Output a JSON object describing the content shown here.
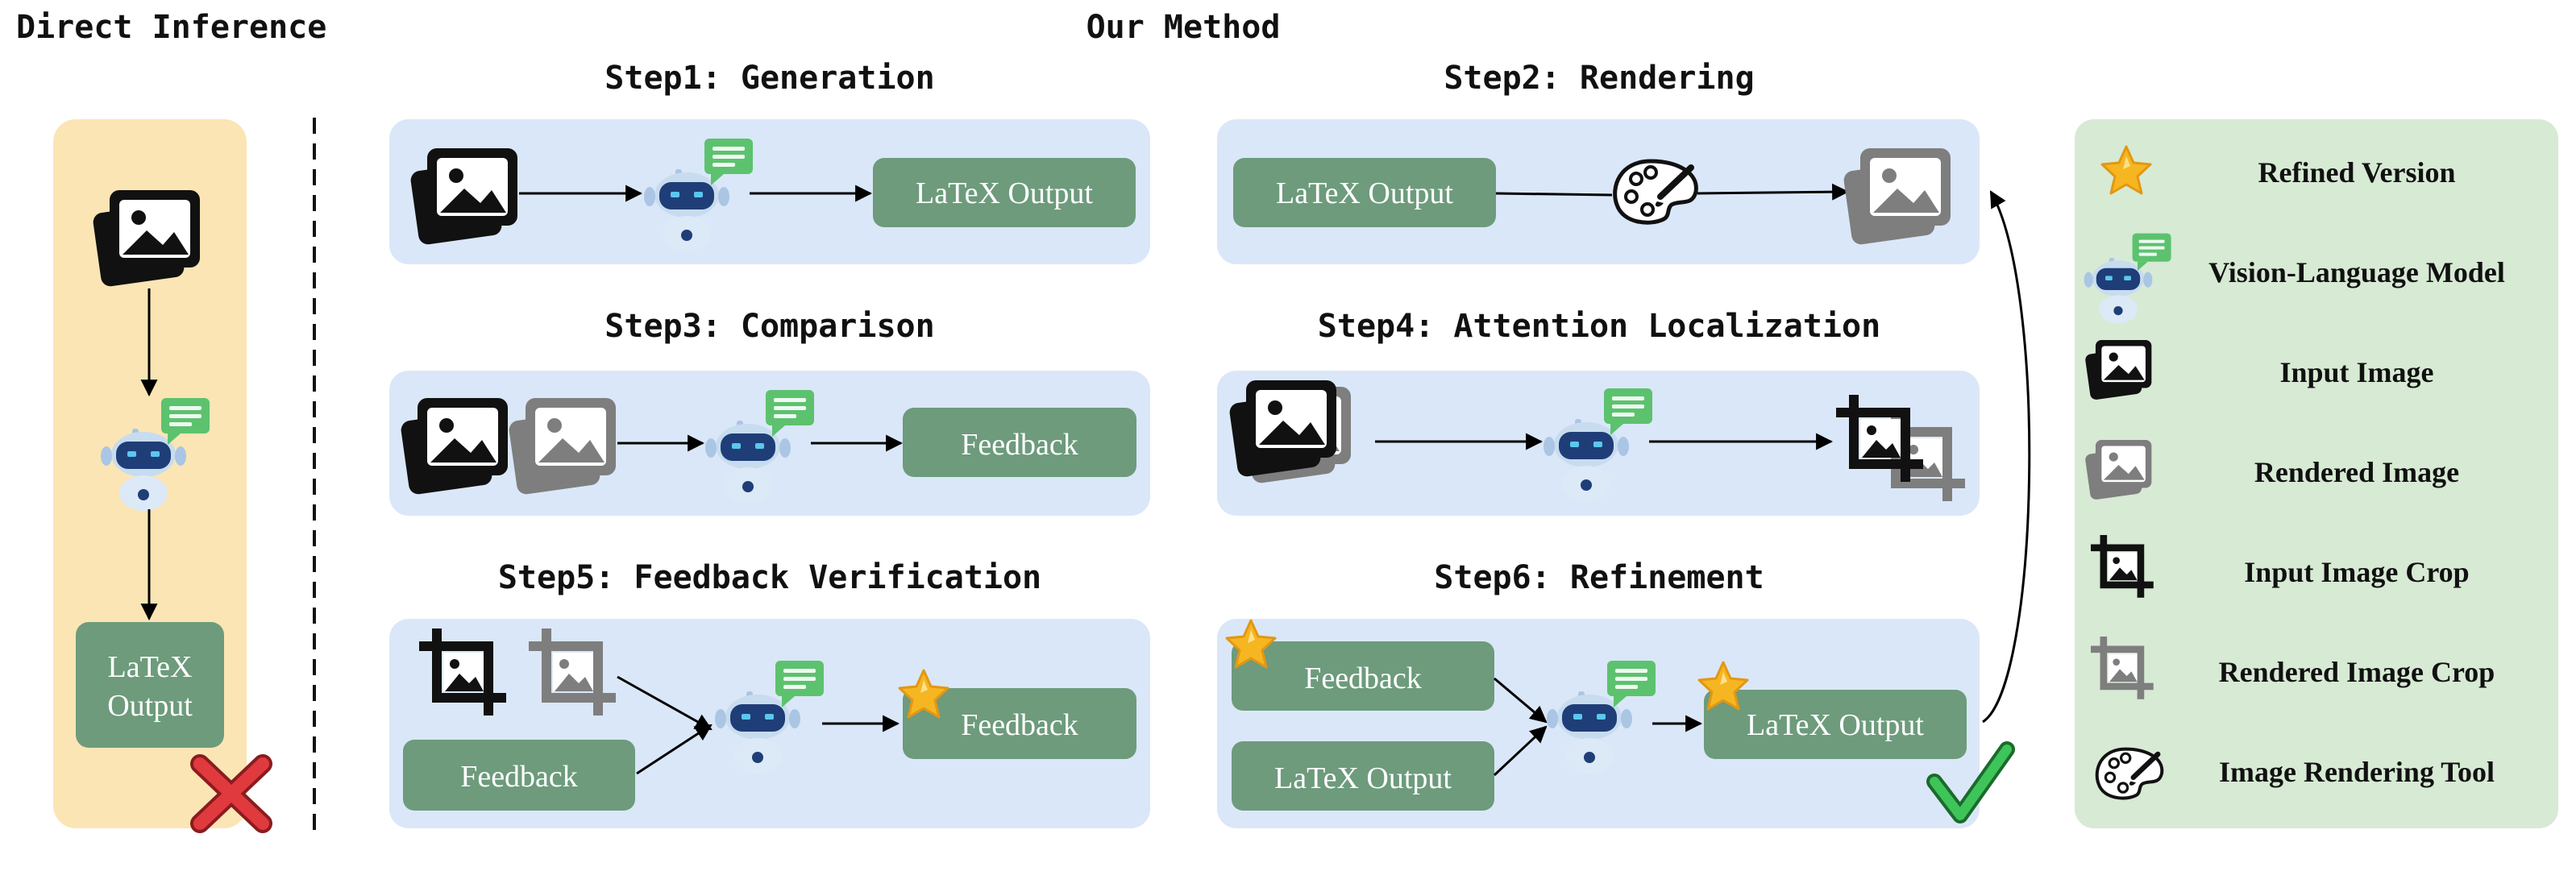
{
  "left_panel": {
    "title": "Direct Inference",
    "output_label_line1": "LaTeX",
    "output_label_line2": "Output"
  },
  "main_title": "Our Method",
  "steps": [
    {
      "title": "Step1: Generation",
      "box_label": "LaTeX Output"
    },
    {
      "title": "Step2: Rendering",
      "box_label": "LaTeX Output"
    },
    {
      "title": "Step3: Comparison",
      "box_label": "Feedback"
    },
    {
      "title": "Step4: Attention Localization"
    },
    {
      "title": "Step5: Feedback Verification",
      "box_label_in": "Feedback",
      "box_label_out": "Feedback"
    },
    {
      "title": "Step6: Refinement",
      "box_label_feedback": "Feedback",
      "box_label_latex_in": "LaTeX Output",
      "box_label_latex_out": "LaTeX Output"
    }
  ],
  "legend": [
    {
      "label": "Refined Version",
      "icon": "star-icon"
    },
    {
      "label": "Vision-Language Model",
      "icon": "robot-icon"
    },
    {
      "label": "Input Image",
      "icon": "input-image-icon"
    },
    {
      "label": "Rendered Image",
      "icon": "rendered-image-icon"
    },
    {
      "label": "Input Image Crop",
      "icon": "input-crop-icon"
    },
    {
      "label": "Rendered Image Crop",
      "icon": "rendered-crop-icon"
    },
    {
      "label": "Image Rendering Tool",
      "icon": "palette-icon"
    }
  ],
  "colors": {
    "left_panel_bg": "#fbe5b4",
    "step_bg": "#dae7f8",
    "legend_bg": "#d7ead4",
    "box_green": "#6d9b7c",
    "bubble_green": "#5cc26e",
    "robot_body": "#c8dcef",
    "robot_face": "#1f3e78",
    "cross_red": "#e03a3e",
    "check_green": "#29a845",
    "star_gold": "#f5b622"
  }
}
